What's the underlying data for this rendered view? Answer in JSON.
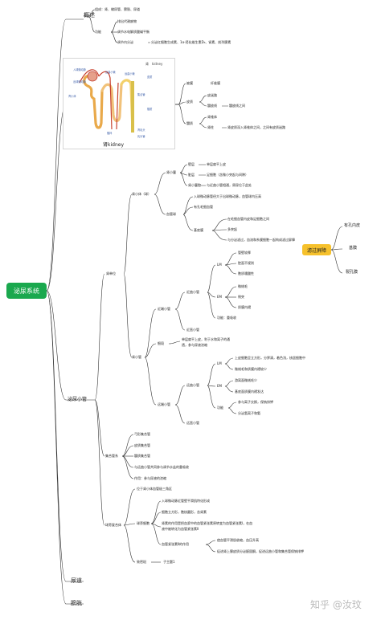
{
  "root": "泌尿系统",
  "gaishu": {
    "title": "概述",
    "l1": "组成：肾、输尿管、膀胱、尿道",
    "gongneng": "功能",
    "f1": "排出代谢废物",
    "f2": "调节水电解质酸碱平衡",
    "f3": "调节内分泌",
    "f3_detail": "分泌红细胞生成素、1α-羟化维生素D₃、肾素、前列腺素"
  },
  "kidney": {
    "caption": "肾kidney",
    "img_labels": [
      "肾",
      "kidney",
      "入球微动脉",
      "出球微动脉",
      "肾小体",
      "近曲小管",
      "远曲小管",
      "髓袢",
      "集合管",
      "皮质",
      "髓质",
      "肾乳头",
      "乳头管"
    ],
    "beimo": "被膜",
    "beimo_d": "纤维膜",
    "pizhi": "皮质",
    "pizhi_a": "皮迷路",
    "pizhi_b": "髓放线",
    "pizhi_b_d": "髓放线之间",
    "suizhi": "髓质",
    "suizhi_a": "肾锥体",
    "suizhi_b": "肾柱",
    "suizhi_b_d": "肾皮质深入肾锥体之间，之间有皮质迷路"
  },
  "niaoxiao": {
    "title": "泌尿小管",
    "shendanwei": "肾单位",
    "shenxiaoti": "肾小体（球）",
    "xueguanqiu": "血管球",
    "xiaoqiunang": "肾小囊",
    "bici": "壁层",
    "bici_d": "单层扁平上皮",
    "zangceng": "脏层",
    "zangceng_d": "足细胞（含微小突起与间隙）",
    "nangqiang": "肾小囊腔",
    "nangqiang_d": "与近曲小管相通，原尿位于此处",
    "lv1": "入球微动脉管径大于出球微动脉，血管球内压高",
    "lv2": "有孔毛细血管",
    "jidimo": "基底膜",
    "jidimo_a": "在毛细血管内皮和足细胞之间",
    "jidimo_b": "多突起",
    "jidimo_c": "与分泌滤过，血流和系膜细胞一起构成滤过屏障",
    "lvguo": "滤过屏障",
    "lvguo_1": "有孔内皮",
    "lvguo_2": "基膜",
    "lvguo_3": "裂孔膜",
    "shenxiaoguan": "肾小管",
    "jinduan": "近端小管",
    "jinqu": "近曲小管",
    "lm": "LM",
    "lm_1": "管壁较厚",
    "lm_2": "腔面不规则",
    "lm_3": "胞质嗜酸性",
    "em": "EM",
    "em_1": "微绒毛",
    "em_2": "侧突",
    "em_3": "质膜内褶",
    "gn": "功能：重吸收",
    "jinzhi": "近直小管",
    "xiduan": "细段",
    "xiduan_d1": "单层扁平上皮，利于水和离子的通",
    "xiduan_d2": "透，参与尿液浓缩",
    "yuanduan": "远端小管",
    "yuanqu": "远曲小管",
    "y_lm": "LM",
    "y_lm_1": "上皮细胞呈立方形，分界清，着色浅，核居细胞中",
    "y_lm_2": "微绒毛和质膜内褶较少",
    "y_em": "EM",
    "y_em_1": "游离面微绒毛少",
    "y_em_2": "基底面质膜内褶发达",
    "y_gn": "功能",
    "y_gn_1": "参与离子交换，保钠排钾",
    "y_gn_2": "分泌氢离子和氨",
    "yuanzhi": "远直小管",
    "jihe": "集合管系",
    "jihe_1": "弓形集合管",
    "jihe_2": "皮质集合管",
    "jihe_3": "髓质集合管",
    "jihe_4": "与远曲小管共同参与调节水盐的重吸收",
    "jihe_5": "作用：参与尿液的浓缩",
    "pangqiu": "球旁复合体",
    "pq_0": "位于肾小体血管极三角区",
    "pqxb": "球旁细胞",
    "pqxb_1": "入球微动脉近管壁平滑肌特化形成",
    "pqxb_2": "细胞立方形，胞核圆形，含肾素",
    "pqxb_3": "肾素的作用是把血浆中的血管紧张素原转变为血管紧张素Ⅰ，在血",
    "pqxb_4": "液中被转化为血管紧张素Ⅱ",
    "pqxb_5": "血管紧张素Ⅱ的作用",
    "pqxb_5a": "使血管平滑肌收缩，血压升高",
    "pqxb_5b": "促进肾上腺皮质分泌醛固酮，促进远曲小管和集合管保钠排钾",
    "mizhi": "致密斑",
    "mizhi_d": "子主题1"
  },
  "niaodao": "尿道",
  "pangguang": "膀胱",
  "watermark": "知乎 @汝玟"
}
